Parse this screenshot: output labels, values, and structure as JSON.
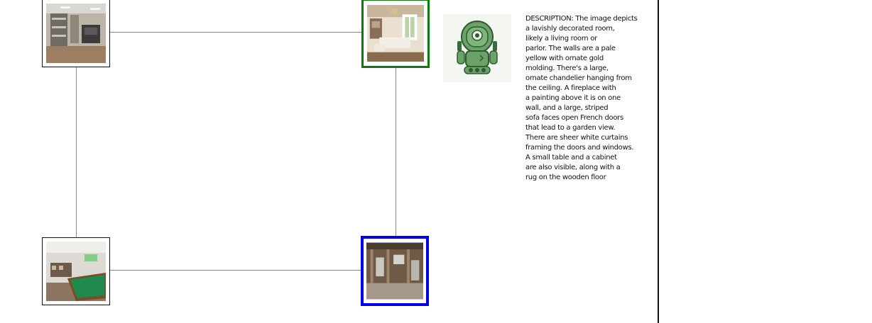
{
  "graph": {
    "nodes": [
      {
        "id": "storage-room",
        "scene": "storage room with shelving",
        "highlight": "none"
      },
      {
        "id": "living-room",
        "scene": "ornate living room",
        "highlight": "green"
      },
      {
        "id": "game-room",
        "scene": "room with pool table",
        "highlight": "none"
      },
      {
        "id": "basement",
        "scene": "unfinished basement",
        "highlight": "blue"
      }
    ],
    "colors": {
      "edge": "#8a8a8a",
      "current": "#0b7a0b",
      "target": "#0000e6"
    }
  },
  "agent": {
    "icon": "robot-icon",
    "color": "#6aa36a"
  },
  "description": {
    "lines": [
      "DESCRIPTION: The image depicts",
      "a lavishly decorated room,",
      "likely a living room or",
      "parlor. The walls are a pale",
      "yellow with ornate gold",
      "molding. There's a large,",
      "ornate chandelier hanging from",
      "the ceiling. A fireplace with",
      "a painting above it is on one",
      "wall, and a large, striped",
      "sofa faces open French doors",
      "that lead to a garden view.",
      "There are sheer white curtains",
      "framing the doors and windows.",
      "A small table and a cabinet",
      "are also visible, along with a",
      "rug on the wooden floor"
    ]
  }
}
